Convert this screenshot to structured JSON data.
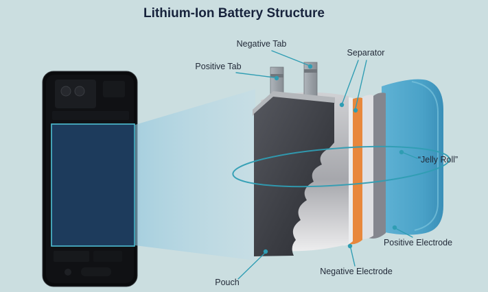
{
  "title": "Lithium-Ion Battery Structure",
  "labels": {
    "negative_tab": "Negative Tab",
    "positive_tab": "Positive Tab",
    "separator": "Separator",
    "jelly_roll": "“Jelly Roll”",
    "positive_electrode": "Positive Electrode",
    "negative_electrode": "Negative Electrode",
    "pouch": "Pouch"
  },
  "colors": {
    "background": "#cbdee0",
    "title_text": "#17233c",
    "label_text": "#222a38",
    "leader_line": "#2f9db3",
    "leader_dot": "#2f9db3",
    "pouch_dark": "#3c3e44",
    "pouch_seal": "#b4b7bb",
    "electrode_silver": "#c9cacd",
    "separator_white": "#ecedef",
    "separator_white_2": "#dfe0e3",
    "electrode_gray": "#84868e",
    "electrode_orange": "#e8873c",
    "outer_blue": "#4fa7cb",
    "tab_gray": "#9aa1a7",
    "tab_band": "#70767c",
    "phone_body": "#0b0c0e",
    "battery_highlight": "#1d3b5c",
    "highlight_border": "#4fc0d4",
    "jelly_roll_ring": "#2f9db3"
  }
}
